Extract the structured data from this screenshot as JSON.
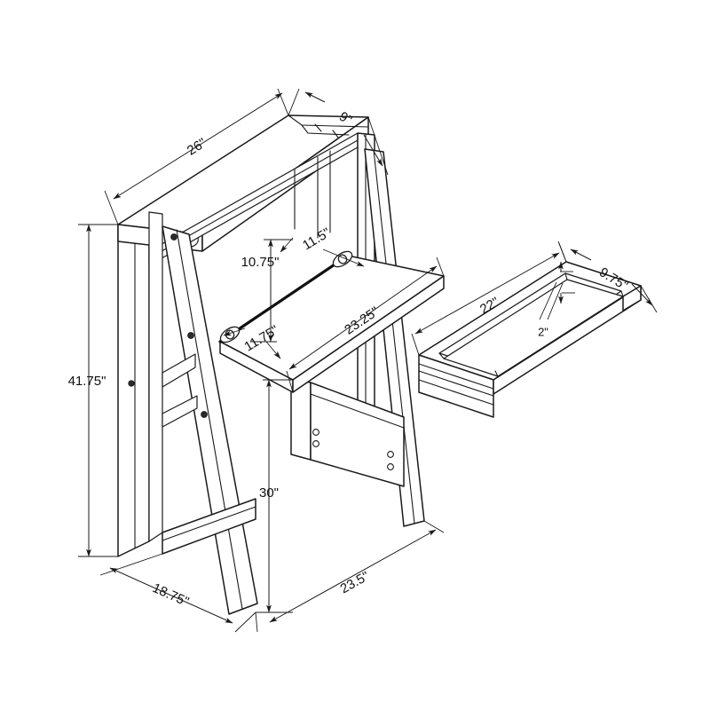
{
  "drawing": {
    "title": "Ladder Desk with Drawer - Dimensioned Assembly Drawing",
    "background_color": "#ffffff",
    "line_color": "#1a1a1a",
    "unit_symbol": "\"",
    "projection": "isometric"
  },
  "dimensions": {
    "overall_width": "26\"",
    "shelf_depth": "9\"",
    "overall_height": "41.75\"",
    "base_depth": "18.75\"",
    "desktop_height": "30\"",
    "leg_spread": "23.5\"",
    "opening_height": "10.75\"",
    "desktop_left_side": "11.5\"",
    "desktop_right_side": "11.75\"",
    "desktop_width": "23.25\"",
    "drawer_width": "22\"",
    "drawer_depth": "9.75\"",
    "drawer_height": "2\""
  },
  "parts": {
    "top_shelf": "top-shelf-board",
    "back_panel": "back-panel",
    "front_leg_left": "front-leg-left",
    "front_leg_right": "front-leg-right",
    "rear_post_left": "rear-post-left",
    "rear_post_right": "rear-post-right",
    "desktop": "fold-down-desktop",
    "drawer": "drawer-tray",
    "cross_rail_upper": "cross-rail-upper",
    "cross_rail_lower": "cross-rail-lower",
    "bottom_rail": "bottom-rail",
    "side_bracket": "side-support-bracket",
    "hinge_left": "desktop-hinge-left",
    "hinge_right": "desktop-hinge-right"
  }
}
